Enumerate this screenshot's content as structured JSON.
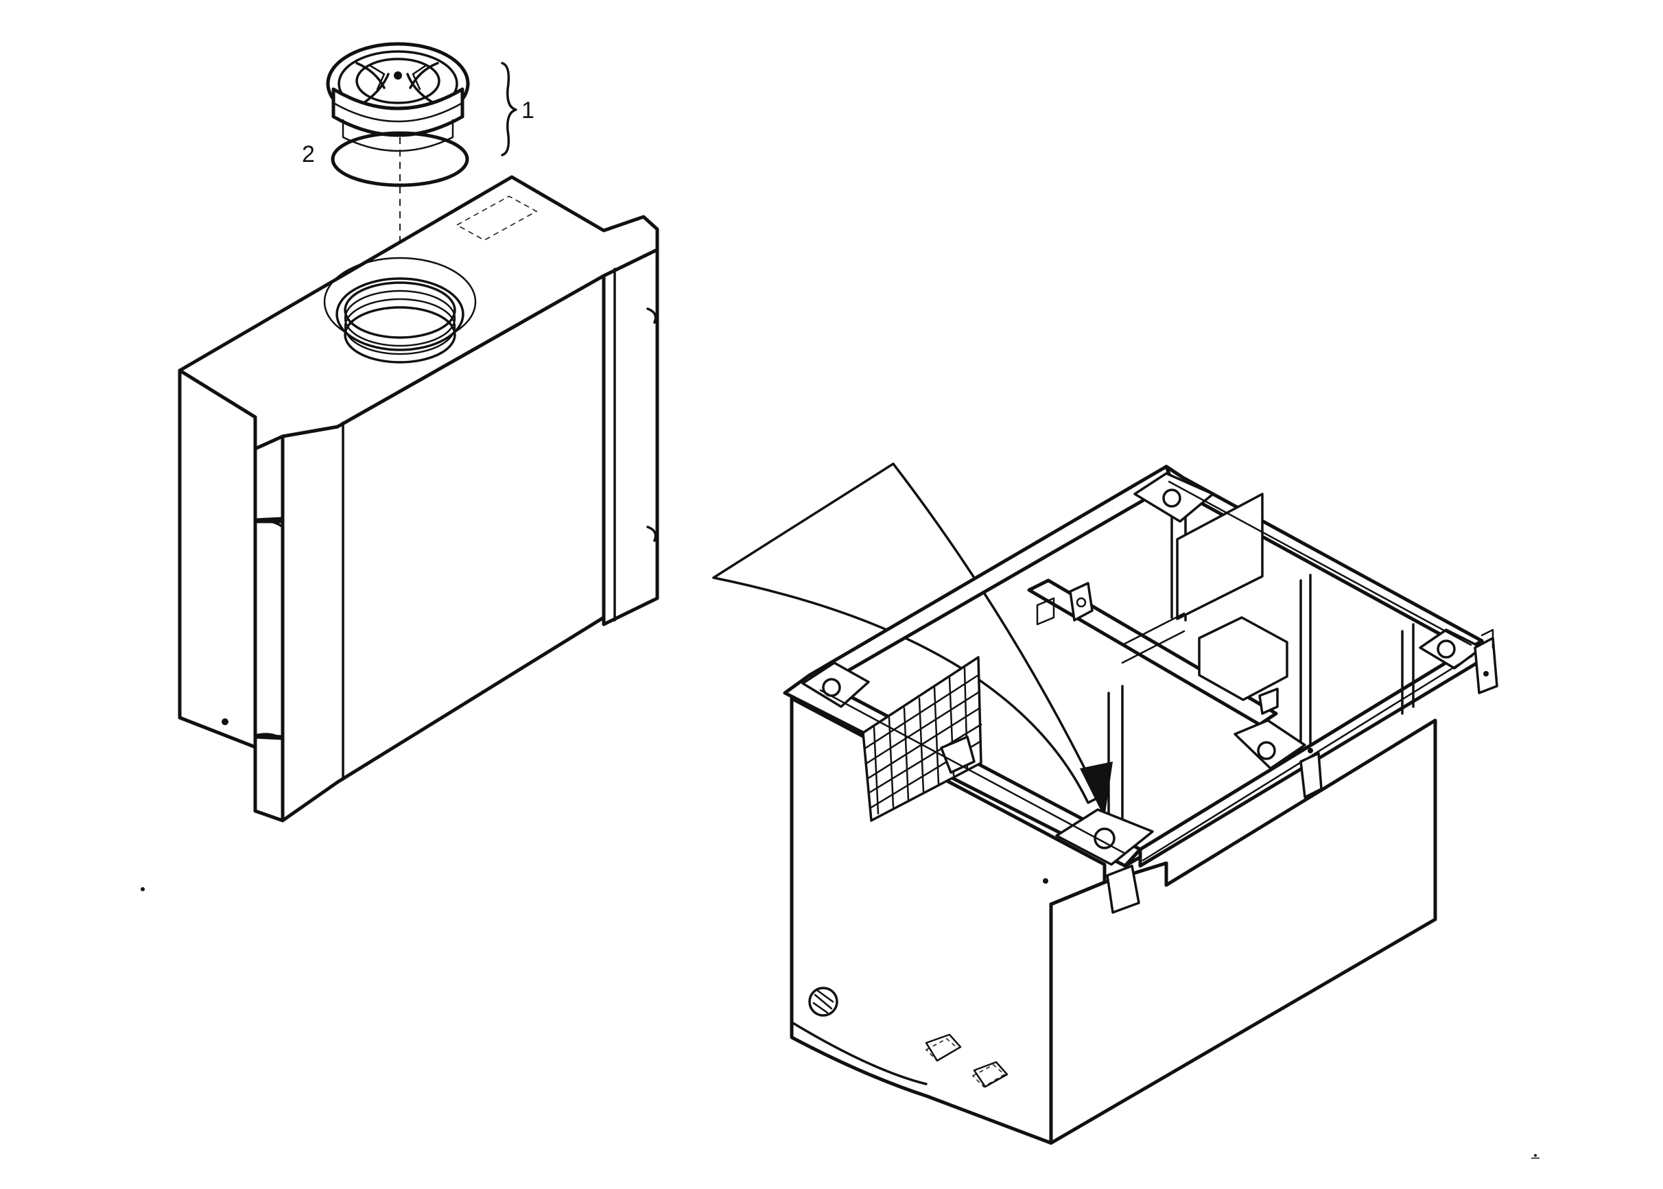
{
  "callouts": [
    {
      "id": "1",
      "text": "1"
    },
    {
      "id": "2",
      "text": "2"
    }
  ],
  "ink_color": "#111111",
  "background_color": "#ffffff"
}
